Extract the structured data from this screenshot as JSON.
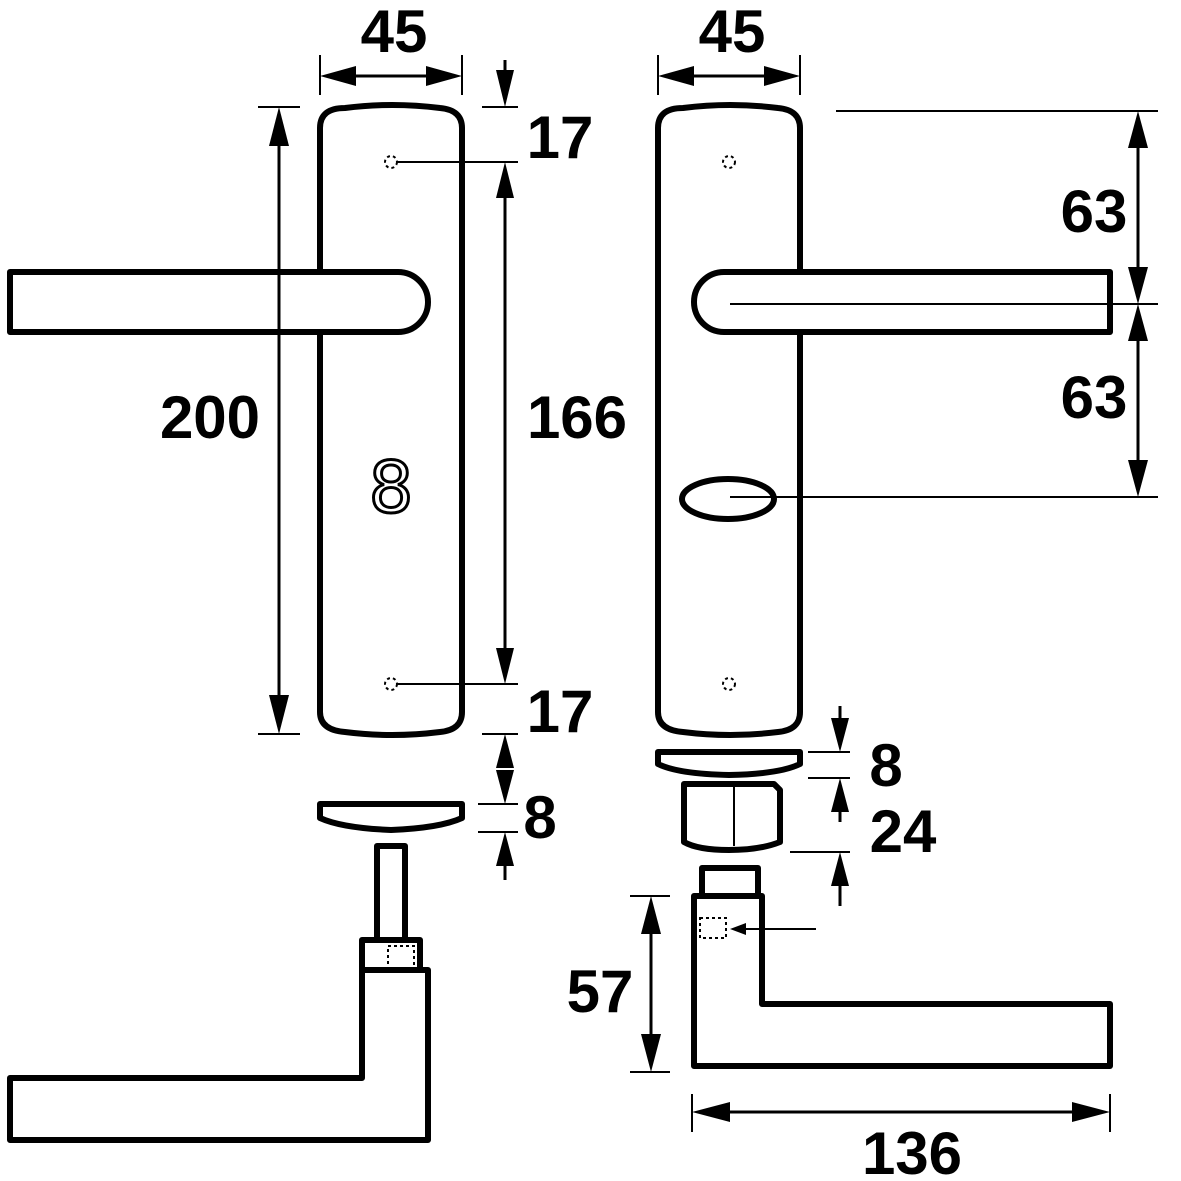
{
  "dimensions": {
    "left_plate_width": "45",
    "right_plate_width": "45",
    "left_plate_height": "200",
    "screw_offset_top": "17",
    "screw_spacing": "166",
    "screw_offset_bottom": "17",
    "left_rose_thickness": "8",
    "right_rose_thickness": "8",
    "right_cylinder_height": "24",
    "upper_center_distance": "63",
    "lower_center_distance": "63",
    "handle_height": "57",
    "handle_length": "136"
  },
  "markings": {
    "keyhole_symbol": "8"
  }
}
